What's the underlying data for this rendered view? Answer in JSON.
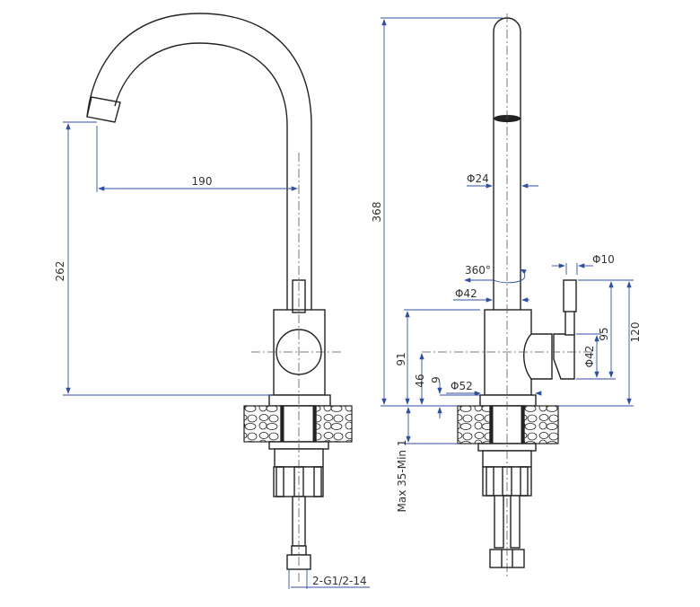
{
  "colors": {
    "dimension": "#2f4f9f",
    "outline": "#222222"
  },
  "left_view": {
    "dims": {
      "spout_reach": "190",
      "spout_height": "262",
      "thread": "2-G1/2-14"
    }
  },
  "right_view": {
    "dims": {
      "total_height": "368",
      "tube_diameter": "Φ24",
      "rotation": "360°",
      "lever_diameter": "Φ10",
      "body_diameter": "Φ42",
      "lever_height": "120",
      "handle_top": "95",
      "handle_diameter": "Φ42",
      "body_height": "91",
      "handle_axis": "46",
      "base_height": "9",
      "base_diameter": "Φ52",
      "counter_thickness": "Max 35-Min 1"
    }
  }
}
